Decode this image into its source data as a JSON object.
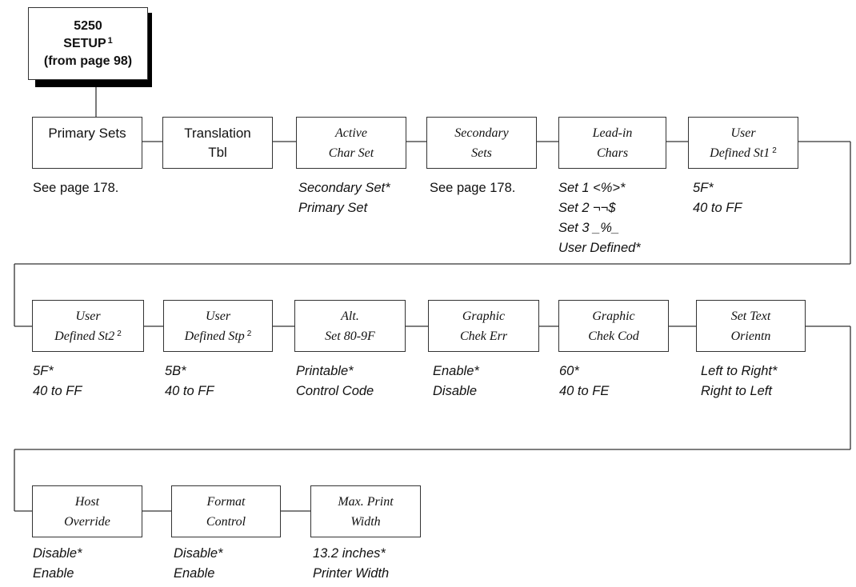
{
  "start": {
    "line1": "5250",
    "line2": "SETUP",
    "footnote": "1",
    "line3": "(from page 98)"
  },
  "nodes": {
    "primary_sets": {
      "line1": "Primary Sets",
      "line2": ""
    },
    "translation_tbl": {
      "line1": "Translation",
      "line2": "Tbl"
    },
    "active_char_set": {
      "line1": "Active",
      "line2": "Char Set"
    },
    "secondary_sets": {
      "line1": "Secondary",
      "line2": "Sets"
    },
    "lead_in_chars": {
      "line1": "Lead-in",
      "line2": "Chars"
    },
    "user_defined_st1": {
      "line1": "User",
      "line2": "Defined St1",
      "footnote": "2"
    },
    "user_defined_st2": {
      "line1": "User",
      "line2": "Defined St2",
      "footnote": "2"
    },
    "user_defined_stp": {
      "line1": "User",
      "line2": "Defined Stp",
      "footnote": "2"
    },
    "alt_set_80_9f": {
      "line1": "Alt.",
      "line2": "Set 80-9F"
    },
    "graphic_chek_err": {
      "line1": "Graphic",
      "line2": "Chek Err"
    },
    "graphic_chek_cod": {
      "line1": "Graphic",
      "line2": "Chek Cod"
    },
    "set_text_orientn": {
      "line1": "Set Text",
      "line2": "Orientn"
    },
    "host_override": {
      "line1": "Host",
      "line2": "Override"
    },
    "format_control": {
      "line1": "Format",
      "line2": "Control"
    },
    "max_print_width": {
      "line1": "Max. Print",
      "line2": "Width"
    }
  },
  "options": {
    "primary_sets": [
      "See page 178."
    ],
    "active_char_set": [
      "Secondary Set*",
      "Primary Set"
    ],
    "secondary_sets": [
      "See page 178."
    ],
    "lead_in_chars": [
      "Set 1 <%>*",
      "Set 2 ¬¬$",
      "Set 3 _%_",
      "User Defined*"
    ],
    "user_defined_st1": [
      "5F*",
      "40 to FF"
    ],
    "user_defined_st2": [
      "5F*",
      "40 to FF"
    ],
    "user_defined_stp": [
      "5B*",
      "40 to FF"
    ],
    "alt_set_80_9f": [
      "Printable*",
      "Control Code"
    ],
    "graphic_chek_err": [
      "Enable*",
      "Disable"
    ],
    "graphic_chek_cod": [
      "60*",
      "40 to FE"
    ],
    "set_text_orientn": [
      "Left to Right*",
      "Right to Left"
    ],
    "host_override": [
      "Disable*",
      "Enable"
    ],
    "format_control": [
      "Disable*",
      "Enable"
    ],
    "max_print_width": [
      "13.2 inches*",
      "Printer Width"
    ]
  }
}
